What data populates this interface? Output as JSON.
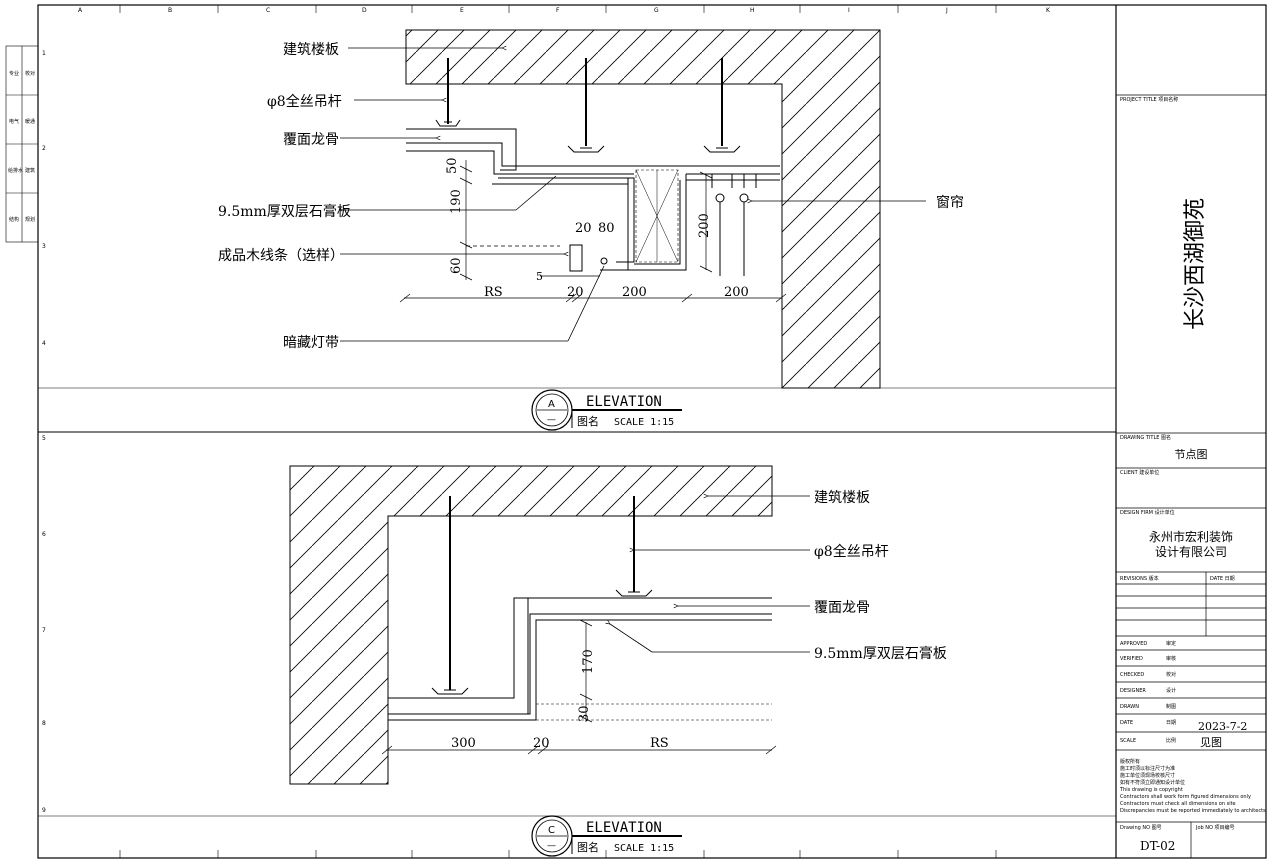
{
  "grid": {
    "columns": [
      "A",
      "B",
      "C",
      "D",
      "E",
      "F",
      "G",
      "H",
      "I",
      "J",
      "K"
    ],
    "rows": [
      "1",
      "2",
      "3",
      "4",
      "5",
      "6",
      "7",
      "8",
      "9"
    ]
  },
  "left_strip": [
    "专业",
    "校对",
    "电气",
    "暖通",
    "给排水",
    "建筑",
    "结构",
    "规划"
  ],
  "detail_a": {
    "labels": {
      "slab": "建筑楼板",
      "rod": "φ8全丝吊杆",
      "keel": "覆面龙骨",
      "board": "9.5mm厚双层石膏板",
      "wood": "成品木线条（选样）",
      "led": "暗藏灯带",
      "curtain": "窗帘"
    },
    "dims": {
      "d50": "50",
      "d190": "190",
      "d60": "60",
      "d5": "5",
      "d20t": "20",
      "d80": "80",
      "d200v": "200",
      "rs": "RS",
      "d20b": "20",
      "d200a": "200",
      "d200b": "200"
    },
    "marker": {
      "letter": "A",
      "sub": "—",
      "title": "ELEVATION",
      "caption": "图名",
      "scale": "SCALE 1:15"
    }
  },
  "detail_c": {
    "labels": {
      "slab": "建筑楼板",
      "rod": "φ8全丝吊杆",
      "keel": "覆面龙骨",
      "board": "9.5mm厚双层石膏板"
    },
    "dims": {
      "d170": "170",
      "d30": "30",
      "d300": "300",
      "d20": "20",
      "rs": "RS"
    },
    "marker": {
      "letter": "C",
      "sub": "—",
      "title": "ELEVATION",
      "caption": "图名",
      "scale": "SCALE 1:15"
    }
  },
  "title_block": {
    "project_title_label": "PROJECT TITLE   项目名称",
    "project_name": "长沙西湖御苑",
    "drawing_title_label": "DRAWING TITLE   图名",
    "drawing_title": "节点图",
    "client_label": "CLIENT   建设单位",
    "design_firm_label": "DESIGN FIRM   设计单位",
    "design_firm_line1": "永州市宏利装饰",
    "design_firm_line2": "设计有限公司",
    "revisions_label": "REVISIONS   版本",
    "date_col_label": "DATE   日期",
    "approved": "APPROVED",
    "approved_cn": "审定",
    "verified": "VERIFIED",
    "verified_cn": "审核",
    "checked": "CHECKED",
    "checked_cn": "校对",
    "designer": "DESIGNER",
    "designer_cn": "设计",
    "drawn": "DRAWN",
    "drawn_cn": "制图",
    "date_label": "DATE",
    "date_cn": "日期",
    "date_value": "2023-7-2",
    "scale_label": "SCALE",
    "scale_cn": "比例",
    "scale_value": "见图",
    "notes": [
      "版权所有",
      "施工时须以标注尺寸为准",
      "施工单位须现场校核尺寸",
      "如有不符须立即通知设计单位",
      "This drawing is copyright",
      "Contractors shall work form figured dimensions only",
      "Contractors must check all dimensions on site",
      "Discrepancies must be reported immediately to architects"
    ],
    "drawing_no_label": "Drawing NO  图号",
    "job_no_label": "Job NO  项目编号",
    "drawing_no": "DT-02"
  }
}
